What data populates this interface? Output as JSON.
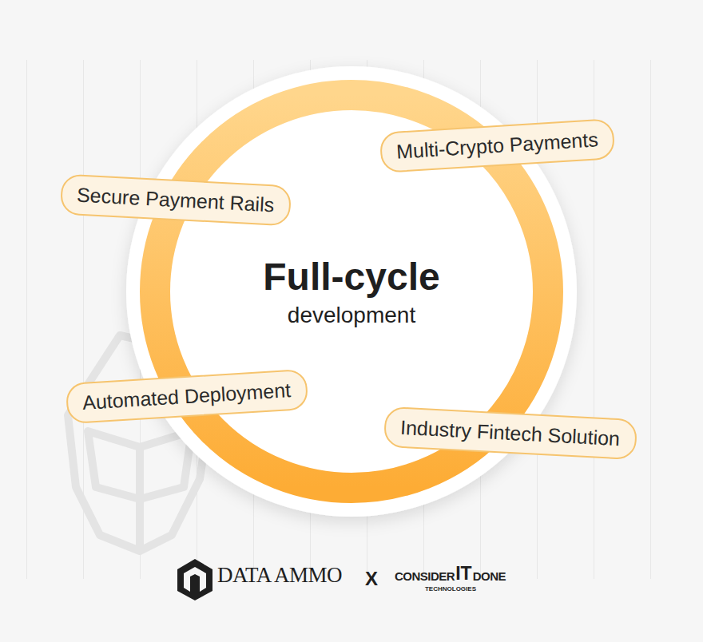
{
  "diagram": {
    "nodes": [
      {
        "text": [
          "Full-cycle",
          "development"
        ]
      },
      {
        "text": [
          "Multi-Crypto Payments"
        ]
      },
      {
        "text": [
          "Secure Payment Rails"
        ]
      },
      {
        "text": [
          "Automated Deployment"
        ]
      },
      {
        "text": [
          "Industry Fintech Solution"
        ]
      }
    ],
    "labels": [
      "DATA AMMO",
      "X",
      "CONSIDER",
      "IT",
      "DONE",
      "TECHNOLOGIES"
    ]
  }
}
